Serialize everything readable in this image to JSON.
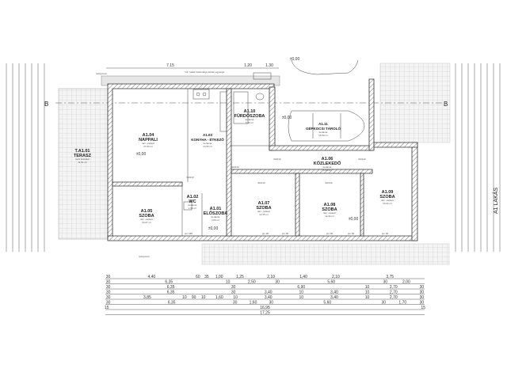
{
  "plan": {
    "top_dims": [
      "7.15",
      "1.20",
      "1.30"
    ],
    "note": "\"A1\" lakás hőszivattyú kültéri egysége",
    "gutter_label": "lefolyócső",
    "gutter_label_bottom": "lefolyócső",
    "section_mark": "B",
    "apartment_label": "A1 LAKÁS",
    "level_marks": [
      "±0,00",
      "±0,00",
      "±0,00",
      "±0,00",
      "±0,00"
    ],
    "rooms": [
      {
        "id": "T.A1.01",
        "name": "TERASZ",
        "floor": "kerti burkolat",
        "area": "11,51 m²"
      },
      {
        "id": "A1.04",
        "name": "NAPPALI",
        "floor": "lam. parkett",
        "area": "27,53 m²"
      },
      {
        "id": "A1.03",
        "name": "KONYHA - ÉTKEZŐ",
        "floor": "kerámia",
        "area": "10,06 m²"
      },
      {
        "id": "A1.10",
        "name": "FÜRDŐSZOBA",
        "floor": "kerámia",
        "area": "5,90 m²"
      },
      {
        "id": "A1.11",
        "name": "GÉPKOCSI TÁROLÓ",
        "floor": "kerámia",
        "area": "16,50 m²"
      },
      {
        "id": "A1.06",
        "name": "KÖZLEKEDŐ",
        "floor": "kerámia",
        "area": "5,56 m²"
      },
      {
        "id": "A1.05",
        "name": "SZOBA",
        "floor": "lam. parkett",
        "area": "10,07 m²"
      },
      {
        "id": "A1.02",
        "name": "WC",
        "floor": "kerámia",
        "area": "1,59 m²"
      },
      {
        "id": "A1.01",
        "name": "ELŐSZOBA",
        "floor": "kerámia",
        "area": "3,66 m²"
      },
      {
        "id": "A1.07",
        "name": "SZOBA",
        "floor": "lam. parkett",
        "area": "12,35 m²"
      },
      {
        "id": "A1.08",
        "name": "SZOBA",
        "floor": "lam. parkett",
        "area": "12,34 m²"
      },
      {
        "id": "A1.09",
        "name": "SZOBA",
        "floor": "lam. parkett",
        "area": "13,64 m²"
      }
    ],
    "door_labels": [
      "90/210",
      "90/210",
      "90/210",
      "90/210",
      "90/210",
      "90/210"
    ],
    "window_labels": [
      "pm 90",
      "pm 90",
      "pm 90",
      "pm 90",
      "pm 90",
      "pm 180"
    ],
    "bottom_dim_rows": [
      [
        "30",
        "4,40",
        "60",
        "35",
        "1,00",
        "1,25",
        "2,10",
        "1,40",
        "2,10",
        "3,75"
      ],
      [
        "30",
        "6,35",
        "10",
        "2,50",
        "30",
        "5,60",
        "30",
        "2,00"
      ],
      [
        "30",
        "6,35",
        "30",
        "6,90",
        "10",
        "2,70",
        "30"
      ],
      [
        "30",
        "6,35",
        "30",
        "3,40",
        "10",
        "3,40",
        "10",
        "2,70",
        "30"
      ],
      [
        "30",
        "3,85",
        "10",
        "90",
        "10",
        "1,60",
        "10",
        "3,40",
        "10",
        "3,40",
        "10",
        "2,70",
        "30"
      ],
      [
        "30",
        "6,35",
        "30",
        "1,60",
        "30",
        "5,60",
        "30",
        "1,70",
        "30"
      ],
      [
        "15",
        "16,95",
        "15"
      ],
      [
        "17,25"
      ]
    ]
  }
}
